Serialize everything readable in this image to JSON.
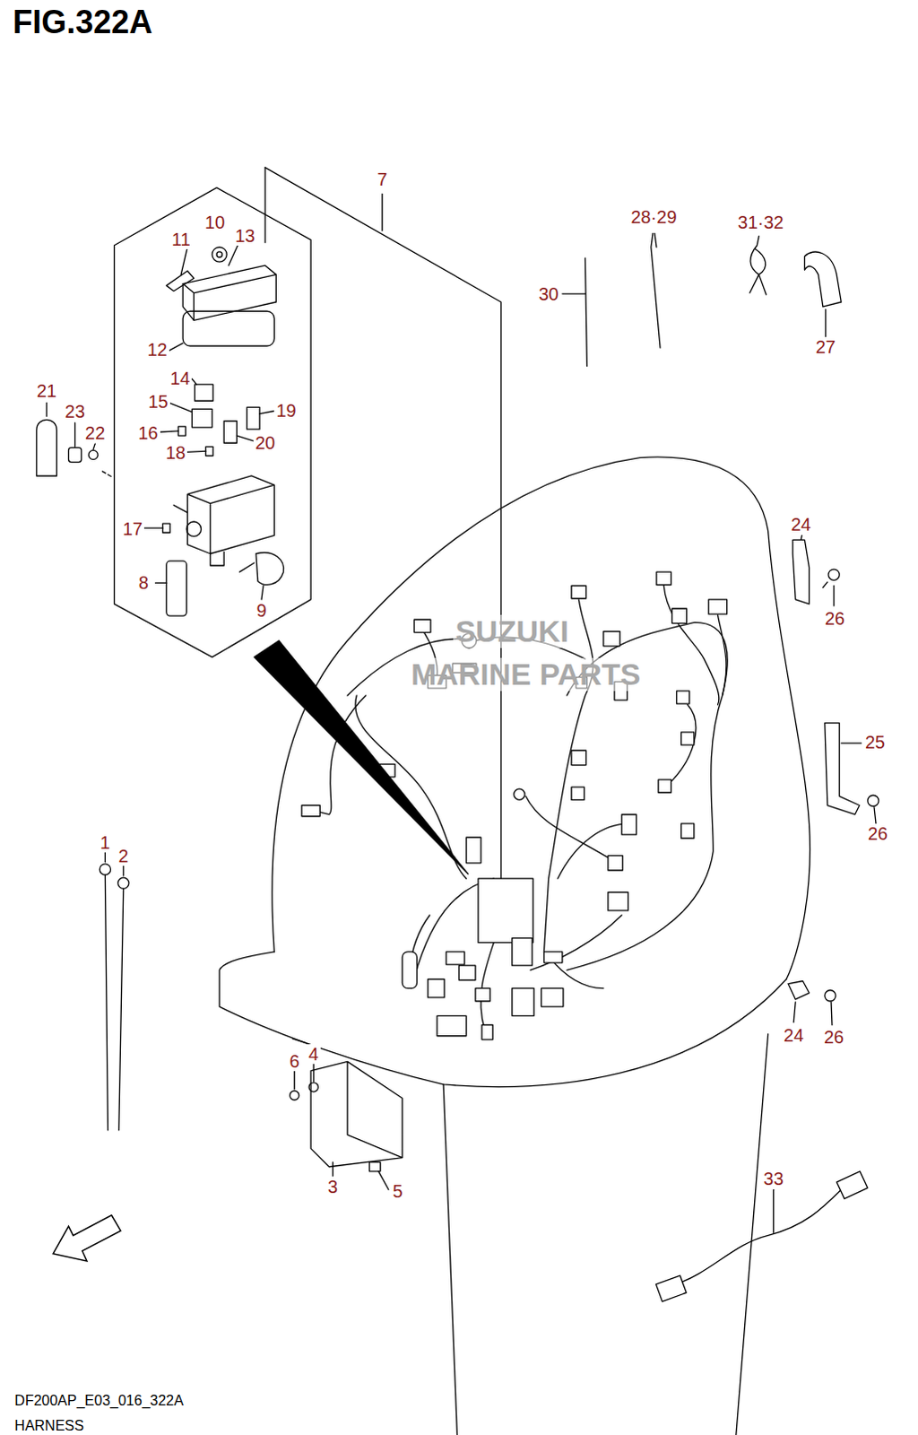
{
  "diagram": {
    "title": "FIG.322A",
    "caption": "HARNESS",
    "labels": [
      "7",
      "10",
      "13",
      "11",
      "28·29",
      "31·32",
      "30",
      "27",
      "12",
      "14",
      "15",
      "19",
      "21",
      "23",
      "22",
      "16",
      "20",
      "18",
      "17",
      "8",
      "9",
      "24",
      "26",
      "25",
      "26",
      "1",
      "2",
      "24",
      "26",
      "6",
      "4",
      "3",
      "5",
      "33",
      "DF200AP_E03_016_322A",
      "SUZUKI",
      "MARINE PARTS"
    ]
  }
}
